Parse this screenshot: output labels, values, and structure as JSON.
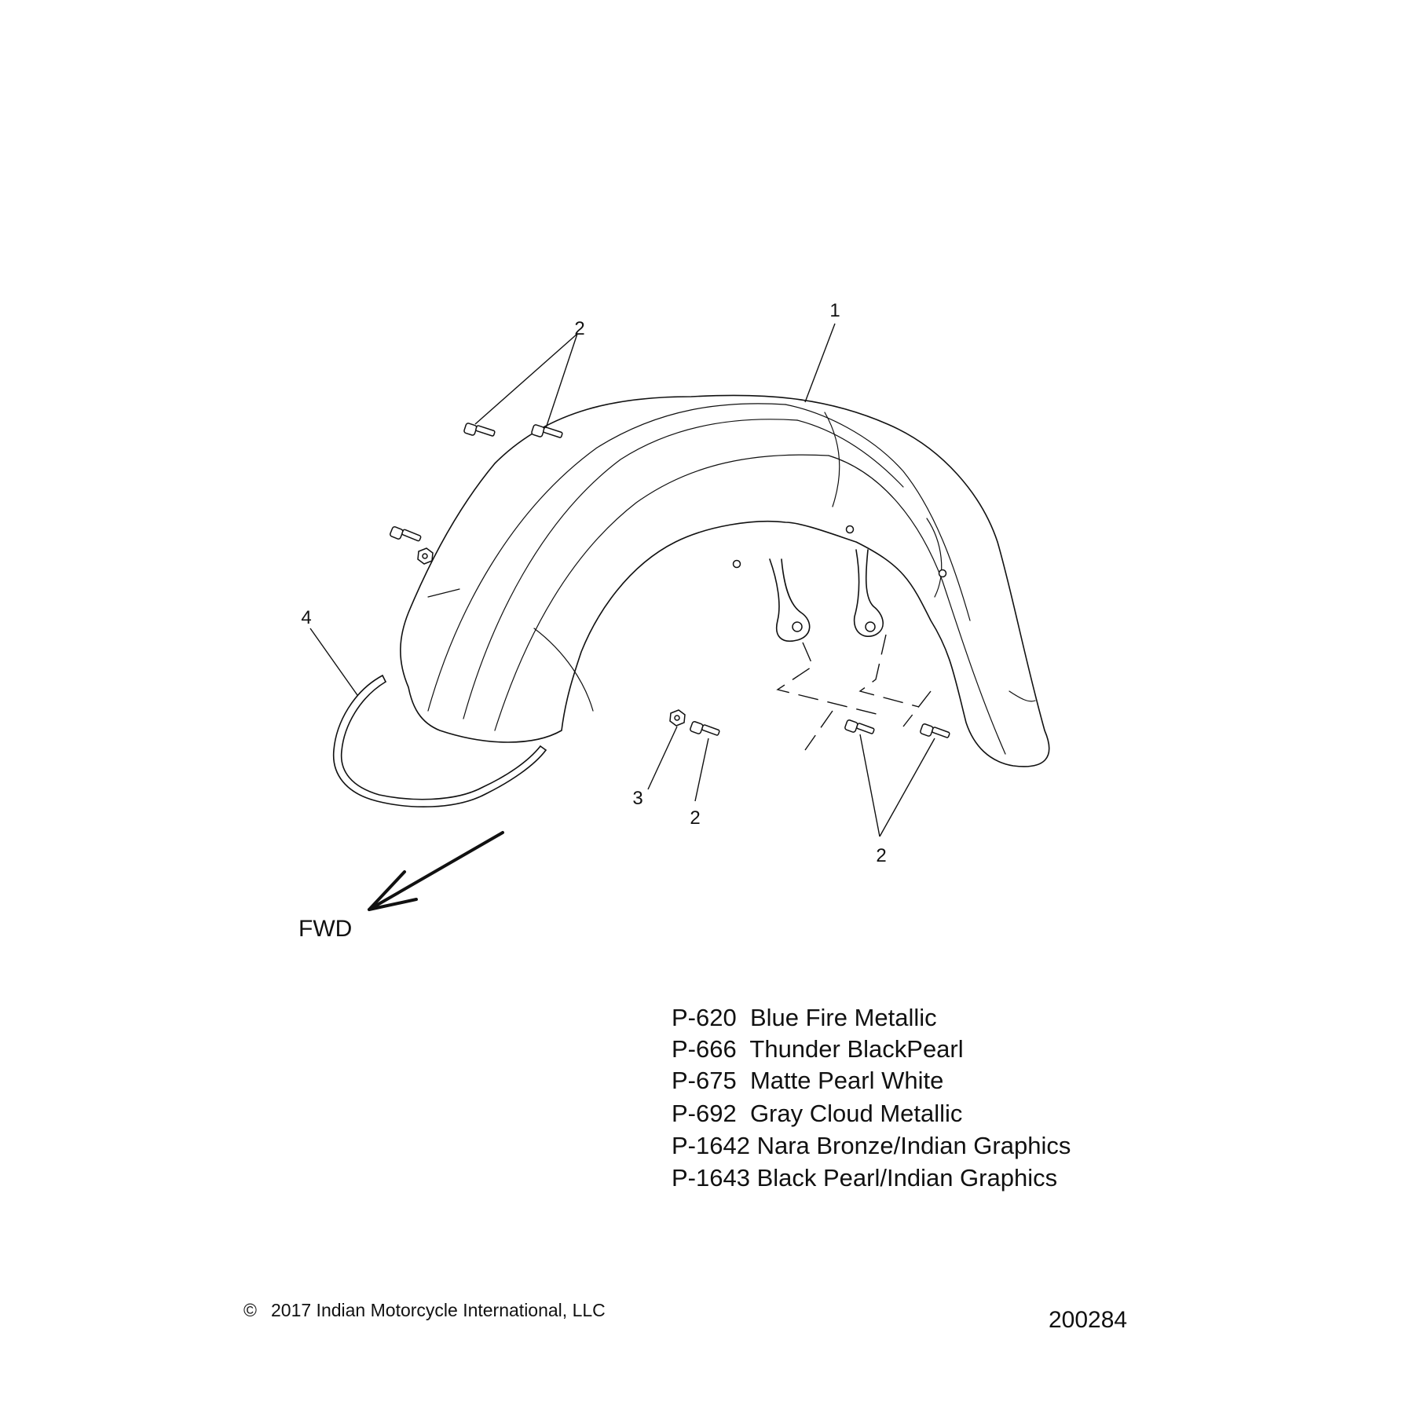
{
  "callouts": {
    "fender": "1",
    "screw_top": "2",
    "screw_bottom_mid": "2",
    "screw_bottom_right": "2",
    "nut": "3",
    "trim": "4"
  },
  "direction_label": "FWD",
  "paint_codes": [
    "P-620  Blue Fire Metallic",
    "P-666  Thunder BlackPearl",
    "P-675  Matte Pearl White",
    "P-692  Gray Cloud Metallic",
    "P-1642 Nara Bronze/Indian Graphics",
    "P-1643 Black Pearl/Indian Graphics"
  ],
  "copyright": "2017 Indian Motorcycle International, LLC",
  "copyright_symbol": "©",
  "figure_number": "200284"
}
